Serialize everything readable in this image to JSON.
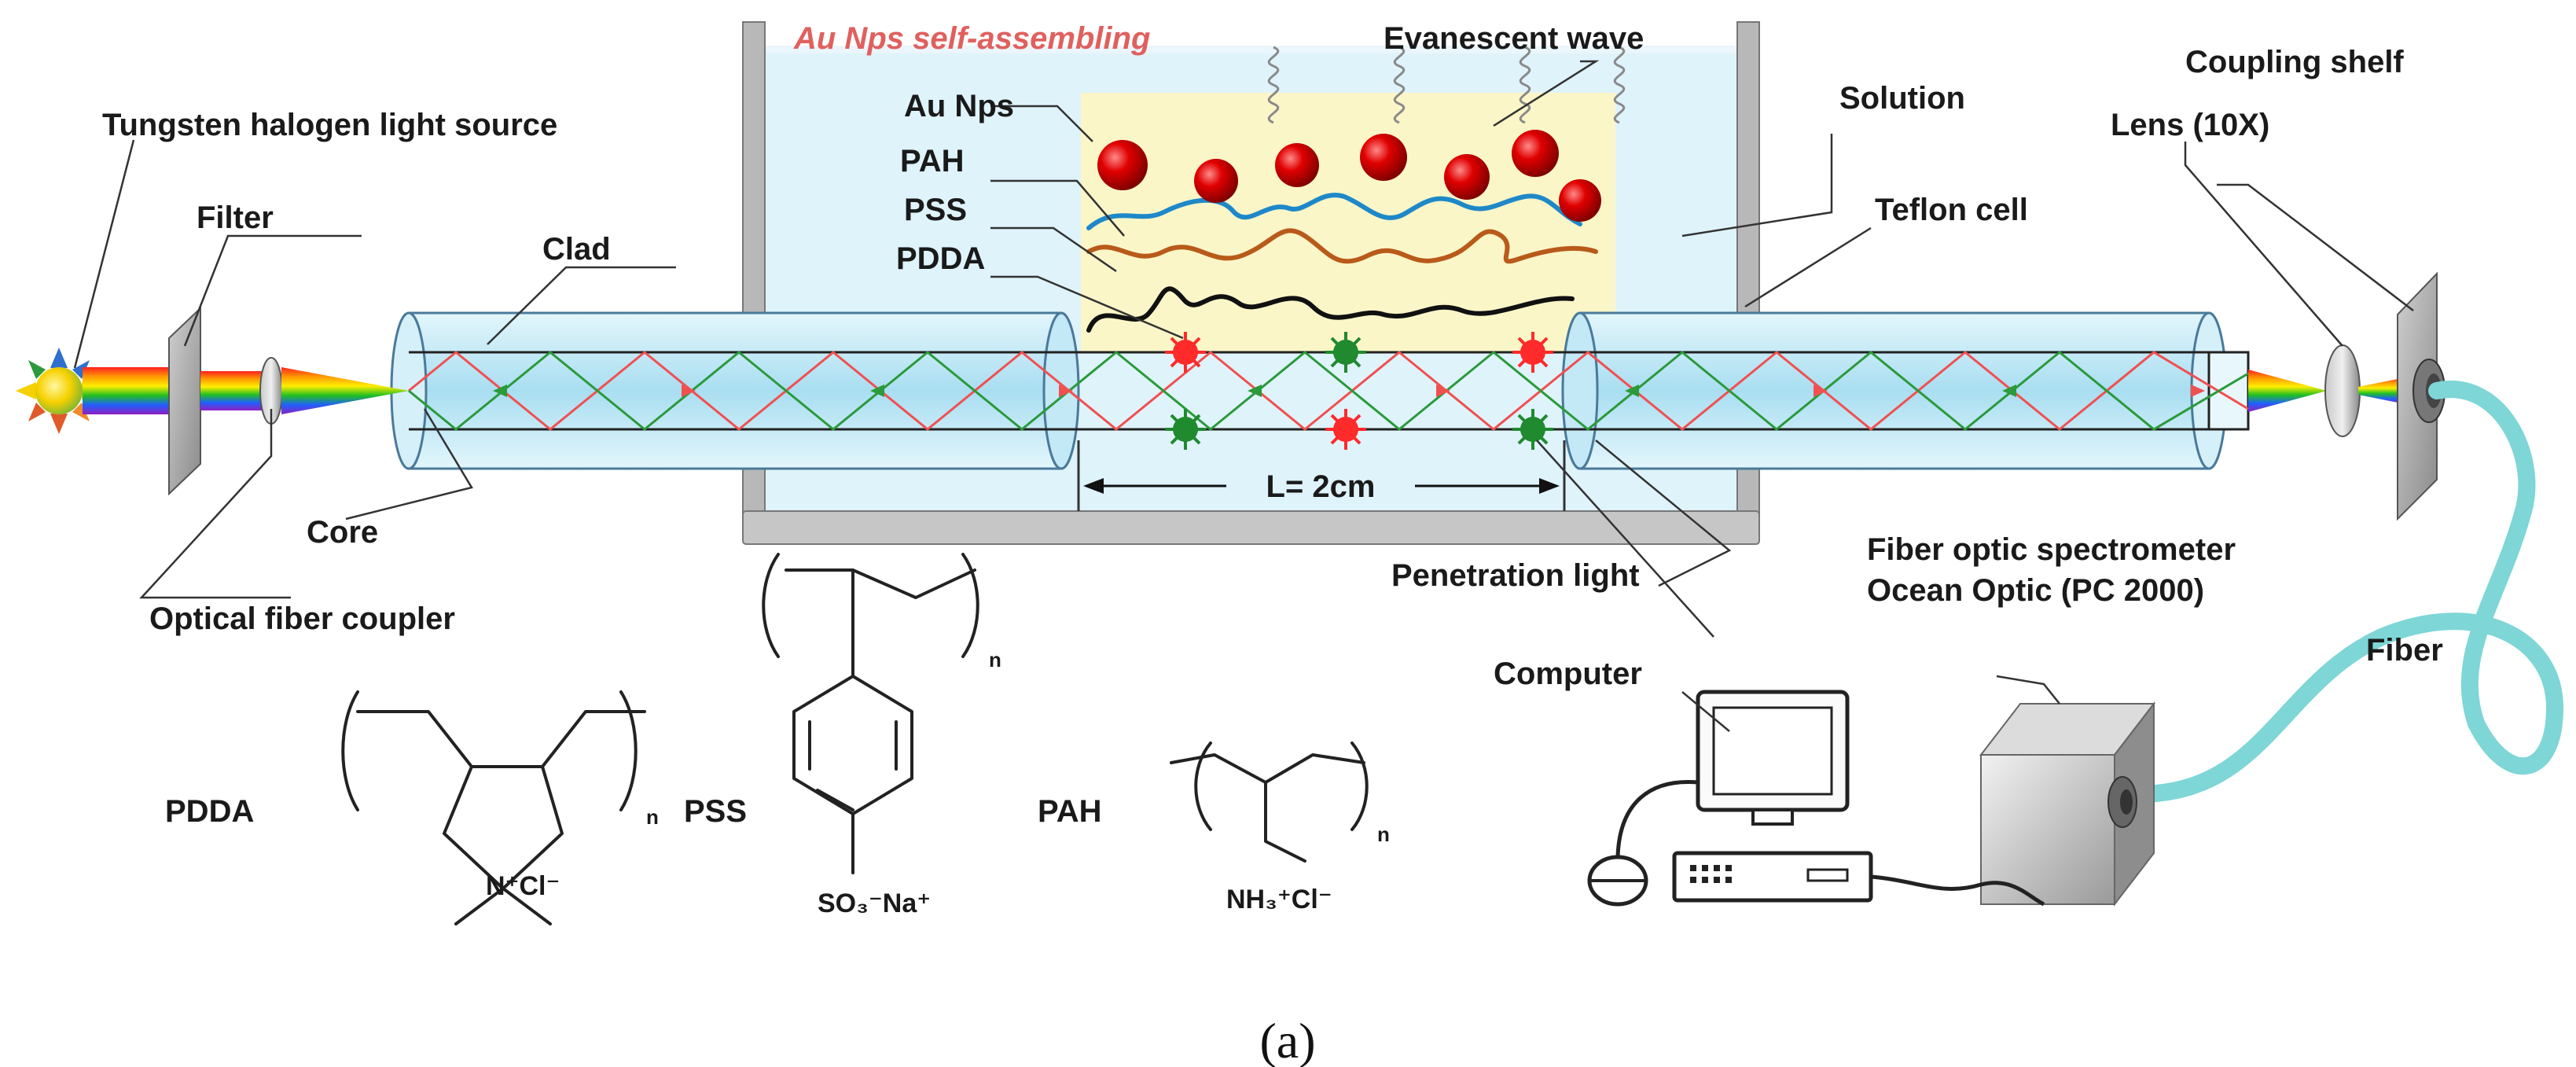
{
  "labels": {
    "tungsten": "Tungsten halogen light source",
    "filter": "Filter",
    "clad": "Clad",
    "core": "Core",
    "coupler": "Optical fiber coupler",
    "assembly_title": "Au Nps self-assembling",
    "au_nps": "Au Nps",
    "pah": "PAH",
    "pss": "PSS",
    "pdda": "PDDA",
    "evanescent": "Evanescent wave",
    "solution": "Solution",
    "teflon": "Teflon cell",
    "coupling_shelf": "Coupling shelf",
    "lens": "Lens (10X)",
    "length": "L= 2cm",
    "penetration": "Penetration light",
    "spectrometer_line1": "Fiber optic spectrometer",
    "spectrometer_line2": "Ocean Optic (PC 2000)",
    "fiber": "Fiber",
    "computer": "Computer",
    "caption": "(a)"
  },
  "chemistry": {
    "pdda_name": "PDDA",
    "pdda_ion": "N⁺Cl⁻",
    "pss_name": "PSS",
    "pss_ion": "SO₃⁻Na⁺",
    "pah_name": "PAH",
    "pah_ion": "NH₃⁺Cl⁻",
    "repeat_n": "n"
  },
  "colors": {
    "assembly_title": "#e0605e",
    "au_nps": "#d40000",
    "pah_chain": "#1e88c8",
    "pss_chain": "#b85a1a",
    "pdda_chain": "#111111",
    "ray_red": "#f05050",
    "ray_green": "#2a9a3a",
    "fiber_cable": "#7ed6d6",
    "solution": "#dff3fb",
    "layer_zone": "#fbf6c8"
  },
  "icons": [
    "light-source-icon",
    "filter-icon",
    "lens-icon",
    "spectrometer-icon",
    "computer-icon",
    "mouse-icon",
    "keyboard-icon"
  ]
}
